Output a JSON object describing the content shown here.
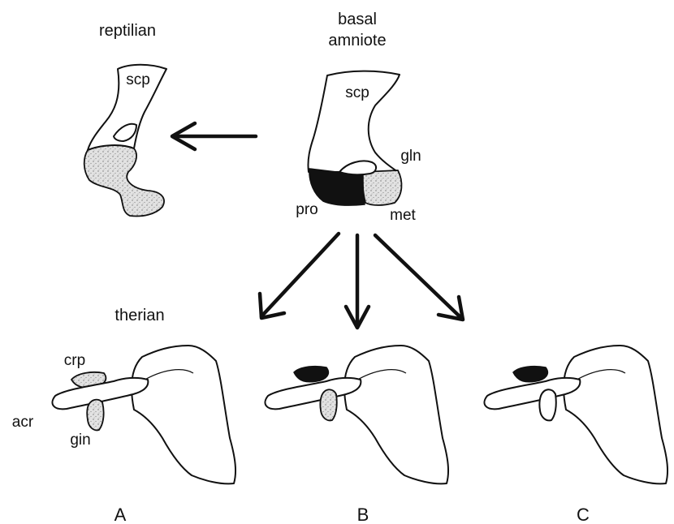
{
  "titles": {
    "reptilian": "reptilian",
    "basal_line1": "basal",
    "basal_line2": "amniote",
    "therian": "therian"
  },
  "basal_labels": {
    "scp": "scp",
    "gln": "gln",
    "pro": "pro",
    "met": "met"
  },
  "reptilian_labels": {
    "scp": "scp"
  },
  "therian_labels": {
    "crp": "crp",
    "acr": "acr",
    "gin": "gin"
  },
  "panels": [
    "A",
    "B",
    "C"
  ]
}
